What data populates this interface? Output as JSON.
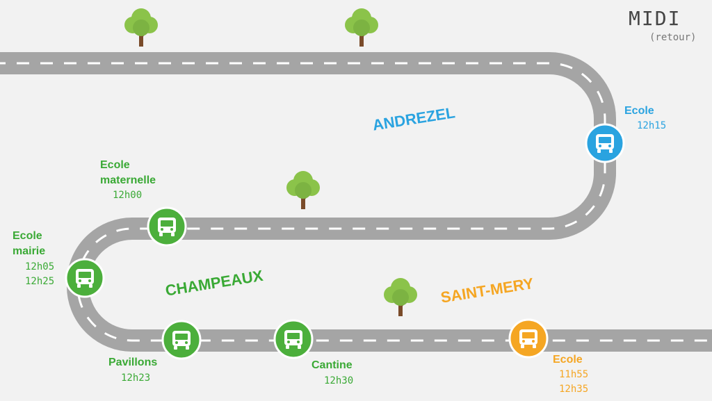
{
  "title": "MIDI",
  "subtitle": "(retour)",
  "colors": {
    "road": "#a5a5a5",
    "dash": "#ffffff",
    "green": "#4caf3c",
    "green_text": "#3aa935",
    "blue": "#2aa3e0",
    "orange": "#f5a623",
    "tree_leaf": "#8bc34a",
    "tree_trunk": "#7a4b2a"
  },
  "towns": {
    "andrezel": "ANDREZEL",
    "champeaux": "CHAMPEAUX",
    "saint_mery": "SAINT-MERY"
  },
  "stops": {
    "ecole_andrezel": {
      "name": "Ecole",
      "times": [
        "12h15"
      ],
      "icon": "bus-icon"
    },
    "ecole_maternelle": {
      "name_lines": [
        "Ecole",
        "maternelle"
      ],
      "times": [
        "12h00"
      ],
      "icon": "bus-icon"
    },
    "ecole_mairie": {
      "name_lines": [
        "Ecole",
        "mairie"
      ],
      "times": [
        "12h05",
        "12h25"
      ],
      "icon": "bus-icon"
    },
    "pavillons": {
      "name": "Pavillons",
      "times": [
        "12h23"
      ],
      "icon": "bus-icon"
    },
    "cantine": {
      "name": "Cantine",
      "times": [
        "12h30"
      ],
      "icon": "bus-icon"
    },
    "ecole_saint_mery": {
      "name": "Ecole",
      "times": [
        "11h55",
        "12h35"
      ],
      "icon": "bus-icon"
    }
  },
  "trees": [
    "tree-icon",
    "tree-icon",
    "tree-icon",
    "tree-icon"
  ]
}
